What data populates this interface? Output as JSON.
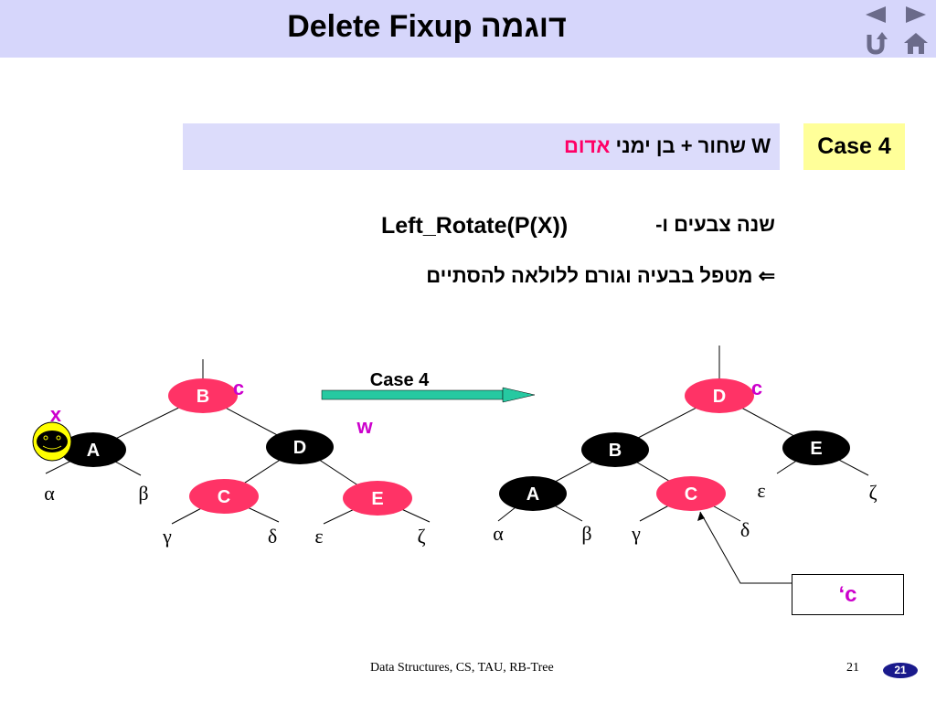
{
  "header": {
    "title": "Delete Fixup דוגמה"
  },
  "nav": {
    "prev_icon": "triangle-left-icon",
    "next_icon": "triangle-right-icon",
    "return_icon": "return-icon",
    "home_icon": "home-icon"
  },
  "case_bar": {
    "prefix": "W",
    "text": "שחור + בן ימני",
    "red_word": "אדום",
    "red_color": "#ff0066"
  },
  "case_label": "Case 4",
  "action": {
    "hebrew": "שנה צבעים ו-",
    "code": "Left_Rotate(P(X))",
    "arrow": "⇐",
    "result": "מטפל בבעיה וגורם ללולאה להסתיים"
  },
  "diagram": {
    "arrow_label": "Case 4",
    "colors": {
      "red": "#ff3366",
      "black": "#000000",
      "magenta": "#cc00cc",
      "arrow_fill": "#26c9a1",
      "smiley": "#ffff00"
    },
    "left_tree": {
      "nodes": [
        {
          "label": "B",
          "color": "red"
        },
        {
          "label": "A",
          "color": "black"
        },
        {
          "label": "D",
          "color": "black"
        },
        {
          "label": "C",
          "color": "red"
        },
        {
          "label": "E",
          "color": "red"
        }
      ],
      "leaves": [
        "α",
        "β",
        "γ",
        "δ",
        "ε",
        "ζ"
      ],
      "annotations": {
        "b_color_mark": "c",
        "x_label": "x",
        "w_label": "w"
      }
    },
    "right_tree": {
      "nodes": [
        {
          "label": "D",
          "color": "red"
        },
        {
          "label": "B",
          "color": "black"
        },
        {
          "label": "E",
          "color": "black"
        },
        {
          "label": "A",
          "color": "black"
        },
        {
          "label": "C",
          "color": "red"
        }
      ],
      "leaves": [
        "α",
        "β",
        "γ",
        "δ",
        "ε",
        "ζ"
      ],
      "annotations": {
        "d_color_mark": "c",
        "c_prime_label": "‘c"
      }
    }
  },
  "footer": {
    "text": "Data Structures, CS, TAU, RB-Tree",
    "page_number": "21",
    "page_badge": "21"
  }
}
